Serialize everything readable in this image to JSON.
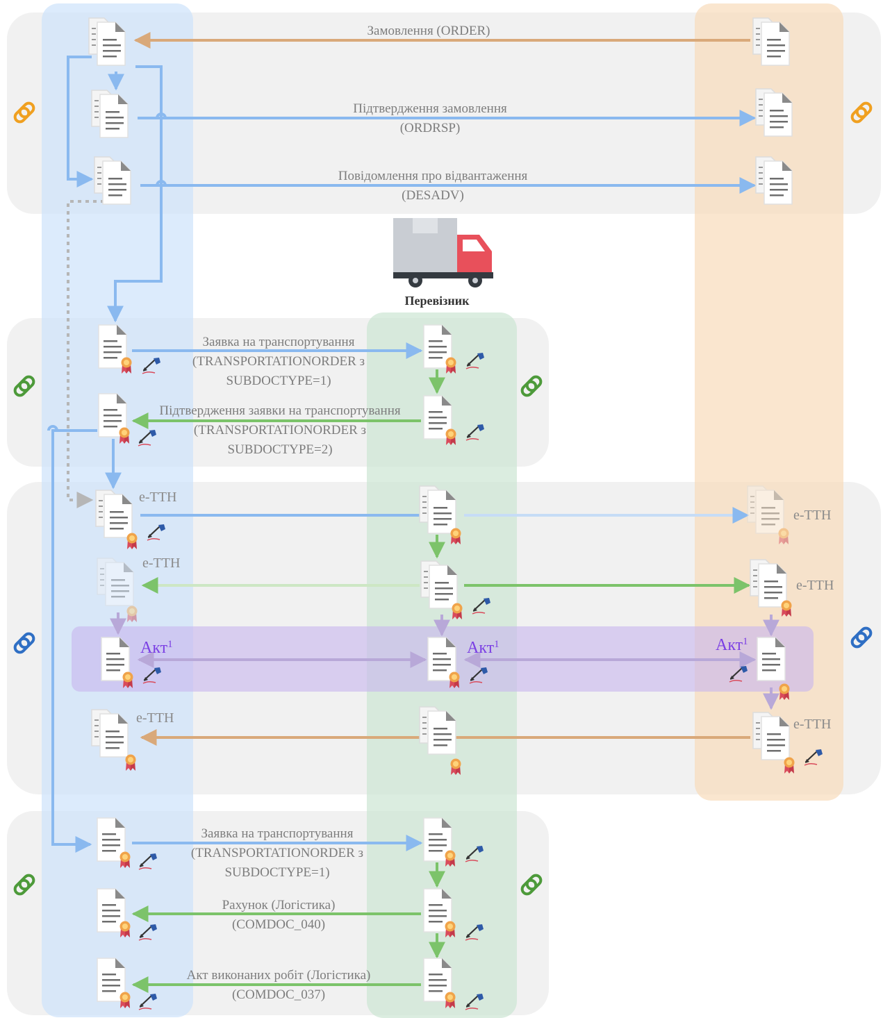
{
  "colors": {
    "blue": "#8ab9ef",
    "green": "#7cc36a",
    "orange": "#d9a97a",
    "purple": "#b8a8d8",
    "dotted": "#b6b6b6",
    "akt_text": "#7b3fe4",
    "truck_red": "#e8505b"
  },
  "carrier": {
    "label": "Перевізник"
  },
  "group1": {
    "order": {
      "line1": "Замовлення (ORDER)"
    },
    "ordrsp": {
      "line1": "Підтвердження замовлення",
      "line2": "(ORDRSP)"
    },
    "desadv": {
      "line1": "Повідомлення про відвантаження",
      "line2": "(DESADV)"
    }
  },
  "group2": {
    "request": {
      "line1": "Заявка на транспортування",
      "line2": "(TRANSPORTATIONORDER з",
      "line3": "SUBDOCTYPE=1)"
    },
    "confirm": {
      "line1": "Підтвердження заявки на транспортування",
      "line2": "(TRANSPORTATIONORDER з",
      "line3": "SUBDOCTYPE=2)"
    }
  },
  "group3": {
    "ettn": "е-ТТН",
    "akt": "Акт",
    "akt_sup": "1"
  },
  "group4": {
    "request": {
      "line1": "Заявка на транспортування",
      "line2": "(TRANSPORTATIONORDER з",
      "line3": "SUBDOCTYPE=1)"
    },
    "invoice": {
      "line1": "Рахунок (Логістика)",
      "line2": "(COMDOC_040)"
    },
    "act": {
      "line1": "Акт виконаних робіт (Логістика)",
      "line2": "(COMDOC_037)"
    }
  },
  "icons": [
    "document-icon",
    "certificate-icon",
    "signature-pen-icon",
    "chain-link-icon",
    "truck-icon"
  ]
}
